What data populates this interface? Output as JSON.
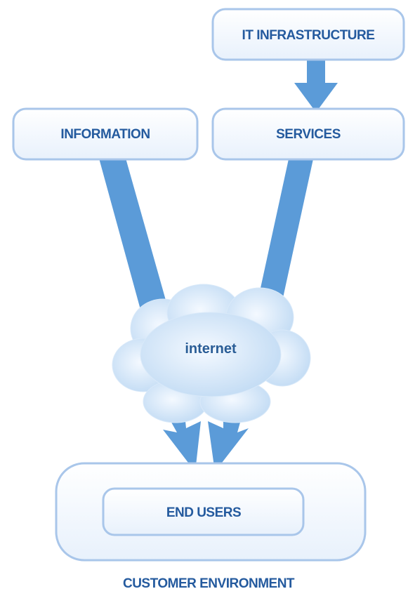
{
  "nodes": {
    "it_infrastructure": "IT INFRASTRUCTURE",
    "information": "INFORMATION",
    "services": "SERVICES",
    "internet": "internet",
    "end_users": "END USERS",
    "customer_environment": "CUSTOMER ENVIRONMENT"
  },
  "colors": {
    "arrow": "#5b9bd8",
    "box_border": "#a9c6ea",
    "box_fill": "#f3f8fe",
    "label": "#245a9e",
    "cloud": "#cfe4f8"
  }
}
